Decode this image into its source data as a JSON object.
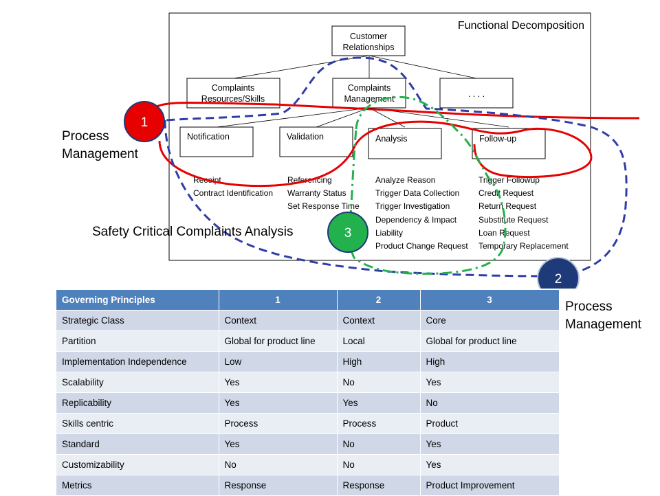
{
  "diagram": {
    "frame_title": "Functional Decomposition",
    "root": "Customer Relationships",
    "root_lines": [
      "Customer",
      "Relationships"
    ],
    "level1": [
      {
        "lines": [
          "Complaints",
          "Resources/Skills"
        ]
      },
      {
        "lines": [
          "Complaints",
          "Management"
        ]
      },
      {
        "lines": [
          ". . . ."
        ]
      }
    ],
    "level2": [
      {
        "label": "Notification",
        "tasks": [
          "Receipt",
          "Contract Identification"
        ]
      },
      {
        "label": "Validation",
        "tasks": [
          "Referencing",
          "Warranty Status",
          "Set Response Time"
        ]
      },
      {
        "label": "Analysis",
        "tasks": [
          "Analyze Reason",
          "Trigger Data Collection",
          "Trigger Investigation",
          "Dependency & Impact",
          "Liability",
          "Product Change Request"
        ]
      },
      {
        "label": "Follow-up",
        "tasks": [
          "Trigger Followup",
          "Credit Request",
          "Return Request",
          "Substitute Request",
          "Loan Request",
          "Temporary Replacement"
        ]
      }
    ],
    "markers": [
      {
        "number": "1",
        "color": "#e60000"
      },
      {
        "number": "2",
        "color": "#1f3a78"
      },
      {
        "number": "3",
        "color": "#22b14c"
      }
    ],
    "labels": {
      "pm1_line1": "Process",
      "pm1_line2": "Management",
      "pm2_line1": "Process",
      "pm2_line2": "Management",
      "safety": "Safety Critical Complaints Analysis"
    },
    "colors": {
      "marker1": "#e60000",
      "marker2": "#1f3a78",
      "marker3": "#22b14c",
      "red_line": "#e60000",
      "blue_dash": "#2e3da8",
      "green_dashdot": "#22b14c"
    }
  },
  "table": {
    "header": [
      "Governing Principles",
      "1",
      "2",
      "3"
    ],
    "rows": [
      [
        "Strategic Class",
        "Context",
        "Context",
        "Core"
      ],
      [
        "Partition",
        "Global for product line",
        "Local",
        "Global for product line"
      ],
      [
        "Implementation Independence",
        "Low",
        "High",
        "High"
      ],
      [
        "Scalability",
        "Yes",
        "No",
        "Yes"
      ],
      [
        "Replicability",
        "Yes",
        "Yes",
        "No"
      ],
      [
        "Skills centric",
        "Process",
        "Process",
        "Product"
      ],
      [
        "Standard",
        "Yes",
        "No",
        "Yes"
      ],
      [
        "Customizability",
        "No",
        "No",
        "Yes"
      ],
      [
        "Metrics",
        "Response",
        "Response",
        "Product Improvement"
      ]
    ],
    "colors": {
      "header_bg": "#4f81bd",
      "row_odd": "#d0d8e8",
      "row_even": "#e9edf4"
    }
  }
}
